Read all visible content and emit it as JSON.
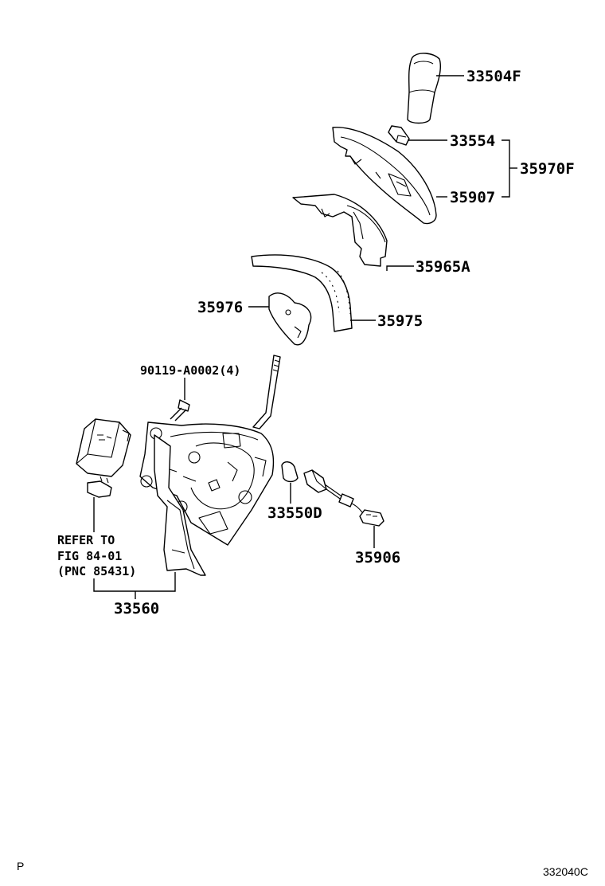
{
  "parts": {
    "p33504F": "33504F",
    "p33554": "33554",
    "p35970F": "35970F",
    "p35907": "35907",
    "p35965A": "35965A",
    "p35976": "35976",
    "p35975": "35975",
    "p90119": "90119-A0002(4)",
    "p33550D": "33550D",
    "p35906": "35906",
    "p33560": "33560"
  },
  "refer": {
    "line1": "REFER TO",
    "line2": "FIG 84-01",
    "line3": "(PNC 85431)"
  },
  "corner": {
    "left": "P",
    "right": "332040C"
  }
}
